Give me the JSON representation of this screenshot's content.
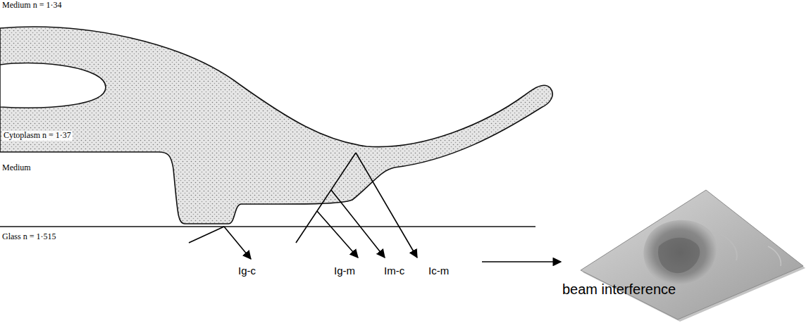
{
  "diagram": {
    "labels": [
      "Medium n = 1·34",
      "Cytoplasm n = 1·37",
      "Medium",
      "Glass n = 1·515",
      "Ig-c",
      "Ig-m",
      "Im-c",
      "Ic-m",
      "beam interference"
    ]
  }
}
